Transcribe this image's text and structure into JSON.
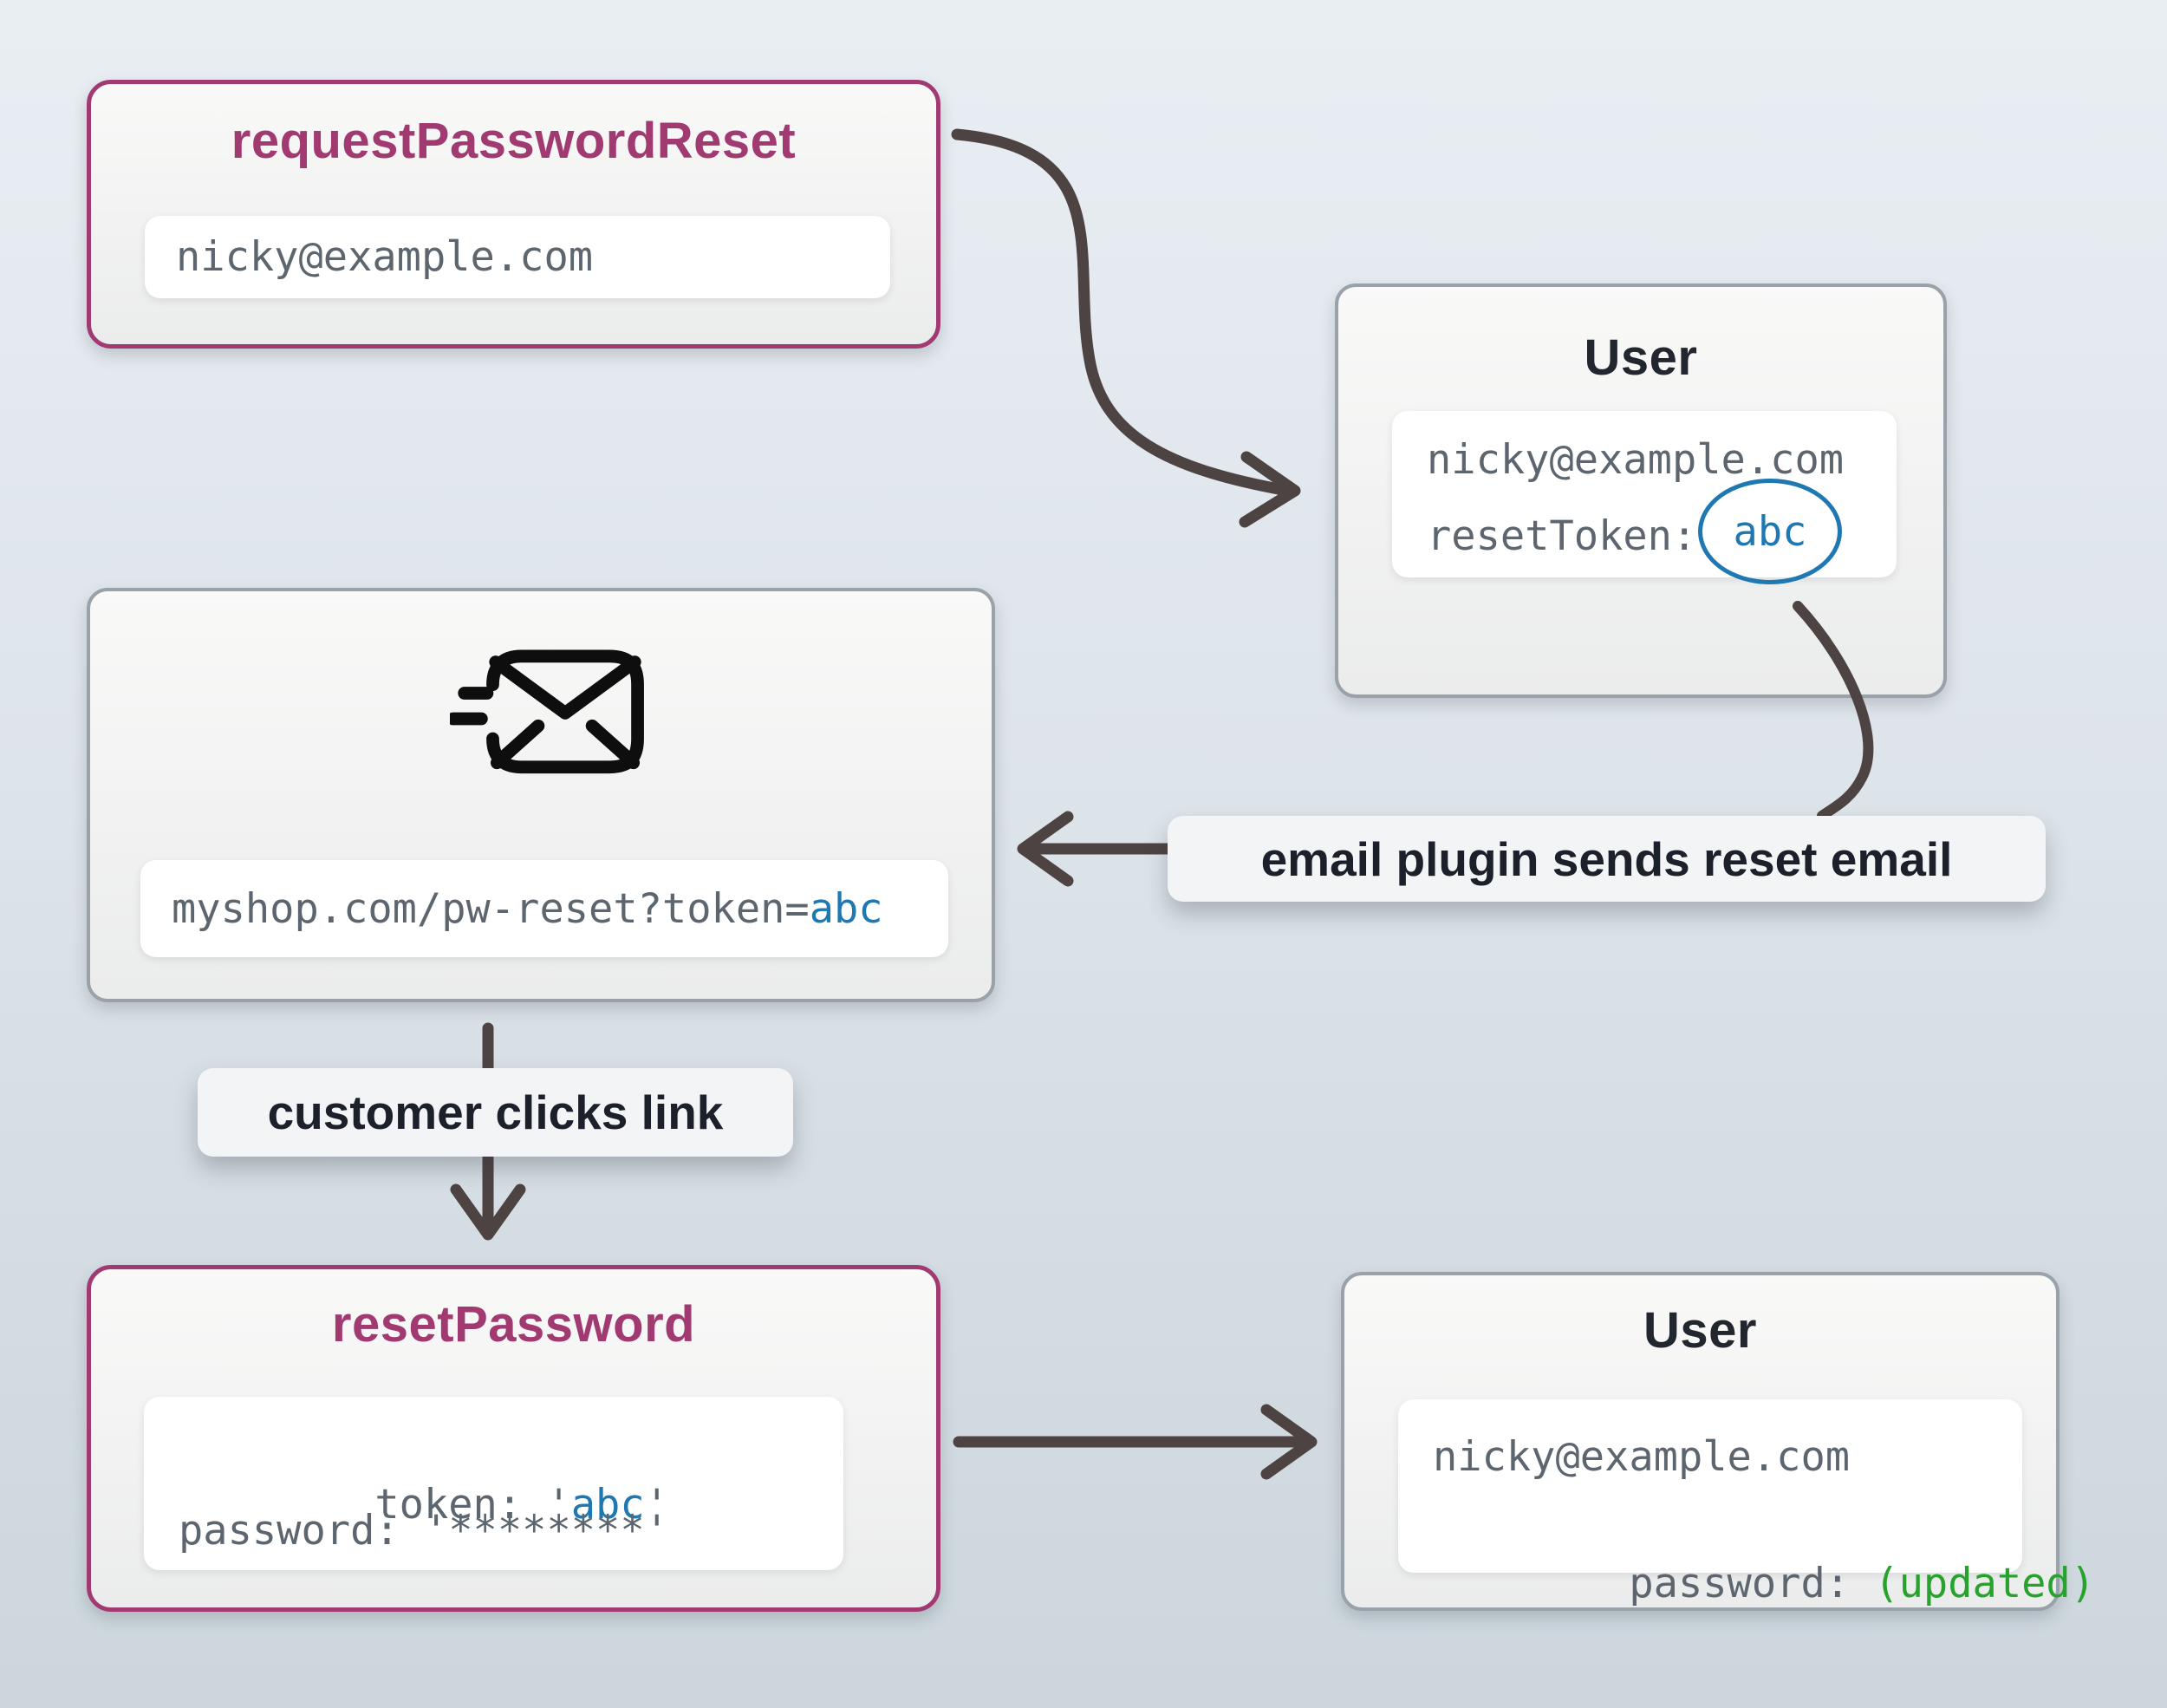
{
  "background": {
    "top": "#e9eef3",
    "bottom": "#ccd6dc"
  },
  "palette": {
    "purple": "#a23a72",
    "gray_border": "#98a2a8",
    "code_gray": "#5d666f",
    "token_blue": "#1f78b2",
    "updated_green": "#27a32d",
    "arrow": "#4e4343",
    "label_text": "#1b202b",
    "title_dark": "#22262e"
  },
  "request_box": {
    "title": "requestPasswordReset",
    "email": "nicky@example.com"
  },
  "user_top_box": {
    "title": "User",
    "email": "nicky@example.com",
    "reset_token_label": "resetToken:",
    "reset_token_value": "abc"
  },
  "email_box": {
    "icon": "send-email-icon",
    "url_prefix": "myshop.com/pw-reset?token=",
    "url_token": "abc"
  },
  "email_plugin_label": {
    "text": "email plugin sends reset email"
  },
  "customer_label": {
    "text": "customer clicks link"
  },
  "reset_box": {
    "title": "resetPassword",
    "token_label": "token: ",
    "token_open_quote": "'",
    "token_value": "abc",
    "token_close_quote": "'",
    "password_line": "password: '********'"
  },
  "user_bottom_box": {
    "title": "User",
    "email": "nicky@example.com",
    "password_label": "password: ",
    "password_value": "(updated)"
  }
}
